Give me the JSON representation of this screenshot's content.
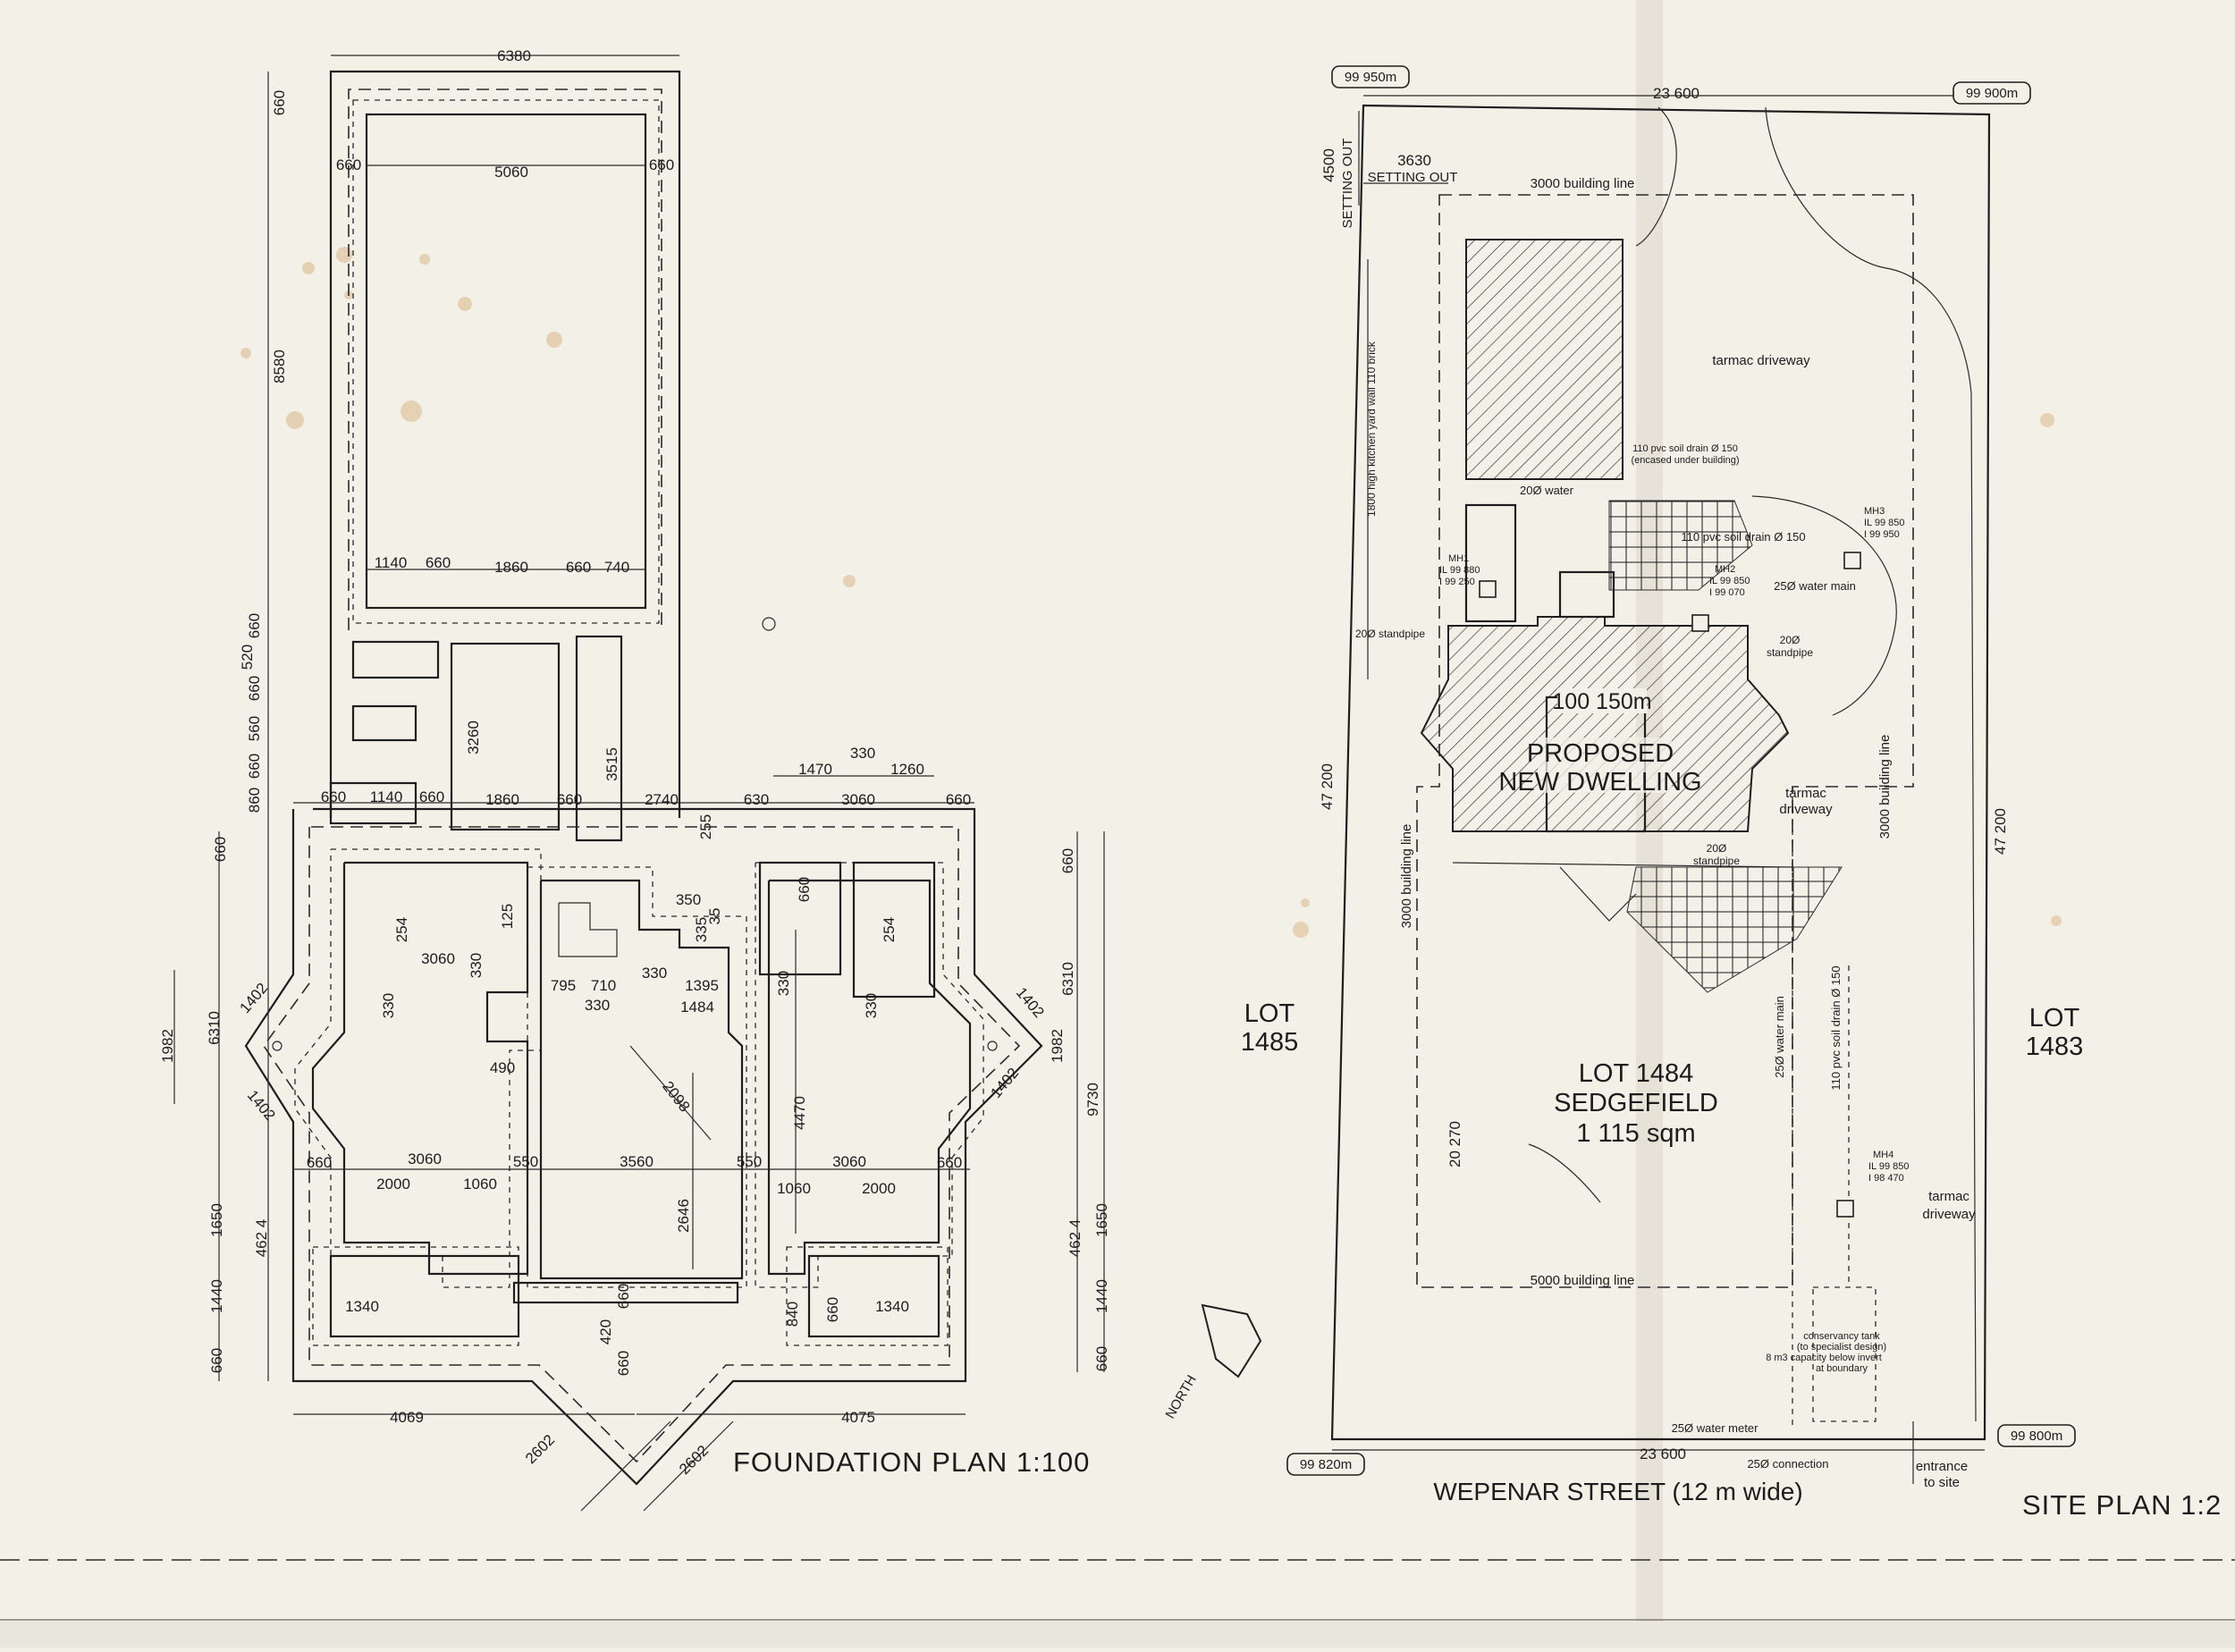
{
  "titles": {
    "foundation": "FOUNDATION PLAN 1:100",
    "site": "SITE PLAN 1:2"
  },
  "foundation": {
    "dims": {
      "top_overall": "6380",
      "left_660_top": "660",
      "gar_660_l": "660",
      "gar_inner": "5060",
      "gar_660_r": "660",
      "left_8580": "8580",
      "gar_b_1140": "1140",
      "gar_b_660a": "660",
      "gar_b_1860": "1860",
      "gar_b_660b": "660",
      "gar_b_740": "740",
      "left_660_b": "660",
      "left_520": "520",
      "left_660_c": "660",
      "left_560": "560",
      "left_660_d": "660",
      "left_860": "860",
      "mid_3260": "3260",
      "mid_3515": "3515",
      "row_660a": "660",
      "row_1140": "1140",
      "row_660b": "660",
      "row_1860": "1860",
      "row_660c": "660",
      "row_2740": "2740",
      "row_255": "255",
      "row_630": "630",
      "row_3060": "3060",
      "row_660d": "660",
      "top_1470": "1470",
      "top_330": "330",
      "top_1260": "1260",
      "r_660": "660",
      "r_6310": "6310",
      "r_9730": "9730",
      "l_660": "660",
      "l_6310": "6310",
      "l_1982": "1982",
      "l_1402a": "1402",
      "l_1402b": "1402",
      "r_1402a": "1402",
      "r_1402b": "1402",
      "r_1982": "1982",
      "room1_3060": "3060",
      "room1_330a": "330",
      "room1_254": "254",
      "room1_125": "125",
      "room1_330b": "330",
      "room1_490": "490",
      "stair_350": "350",
      "stair_335": "335",
      "stair_35": "35",
      "mid_795": "795",
      "mid_710": "710",
      "mid_330a": "330",
      "mid_1395": "1395",
      "mid_330b": "330",
      "mid_1484": "1484",
      "mid_2098": "2098",
      "room3_660": "660",
      "room3_254": "254",
      "room3_330a": "330",
      "room3_330b": "330",
      "room3_4470": "4470",
      "bot_660a": "660",
      "bot_3060a": "3060",
      "bot_550a": "550",
      "bot_3560": "3560",
      "bot_550b": "550",
      "bot_3060b": "3060",
      "bot_660b": "660",
      "bot_2000a": "2000",
      "bot_1060a": "1060",
      "bot_1060b": "1060",
      "bot_2000b": "2000",
      "mid_2646": "2646",
      "l_462": "462 4",
      "l_1650": "1650",
      "l_1440": "1440",
      "l_660b": "660",
      "r_462": "462 4",
      "r_1650": "1650",
      "r_1440": "1440",
      "r_660b": "660",
      "b_1340a": "1340",
      "b_1340b": "1340",
      "b_840": "840",
      "b_660a": "660",
      "b_660b": "660",
      "b_420": "420",
      "b_660c": "660",
      "bot_4069": "4069",
      "bot_4075": "4075",
      "bot_2602a": "2602",
      "bot_2602b": "2602"
    }
  },
  "site": {
    "levels": {
      "tl": "99 950m",
      "tr": "99 900m",
      "bl": "99 820m",
      "br": "99 800m",
      "house": "100 150m"
    },
    "dims": {
      "top_width": "23 600",
      "bottom_width": "23 600",
      "left_depth": "47 200",
      "right_depth": "47 200",
      "setback_4500": "4500",
      "setting_out_3630": "3630",
      "left_20270": "20 270"
    },
    "labels": {
      "setting_out_v": "SETTING OUT",
      "setting_out_h": "SETTING OUT",
      "building_line_top": "3000 building line",
      "building_line_left": "3000 building line",
      "building_line_right": "3000 building line",
      "building_line_bottom": "5000 building line",
      "tarmac_top": "tarmac driveway",
      "tarmac_mid_1": "tarmac",
      "tarmac_mid_2": "driveway",
      "tarmac_bot_1": "tarmac",
      "tarmac_bot_2": "driveway",
      "yard_wall": "1800 high kitchen yard wall 110 brick",
      "soil_drain_1": "110 pvc soil drain Ø 150",
      "soil_drain_1b": "(encased under building)",
      "soil_drain_2": "110 pvc soil drain Ø 150",
      "soil_drain_3": "110 pvc soil drain Ø 150",
      "water_20": "20Ø water",
      "water_main_25": "25Ø water main",
      "water_main_v": "25Ø water main",
      "water_meter": "25Ø water meter",
      "connection": "25Ø connection",
      "standpipe_l": "20Ø standpipe",
      "standpipe_r_1": "20Ø",
      "standpipe_r_2": "standpipe",
      "standpipe_b_1": "20Ø",
      "standpipe_b_2": "standpipe",
      "mh1_a": "MH1",
      "mh1_b": "IL 99 880",
      "mh1_c": "I 99 250",
      "mh2_a": "MH2",
      "mh2_b": "IL 99 850",
      "mh2_c": "I 99 070",
      "mh3_a": "MH3",
      "mh3_b": "IL 99 850",
      "mh3_c": "I 99 950",
      "mh4_a": "MH4",
      "mh4_b": "IL 99 850",
      "mh4_c": "I 98 470",
      "tank_1": "conservancy tank",
      "tank_2": "(to specialist design)",
      "tank_3": "8 m3 capacity below invert",
      "tank_4": "at boundary",
      "proposed_1": "PROPOSED",
      "proposed_2": "NEW DWELLING",
      "lot1485_a": "LOT",
      "lot1485_b": "1485",
      "lot1483_a": "LOT",
      "lot1483_b": "1483",
      "lot1484_a": "LOT 1484",
      "lot1484_b": "SEDGEFIELD",
      "lot1484_c": "1 115 sqm",
      "street": "WEPENAR STREET (12 m wide)",
      "entrance_1": "entrance",
      "entrance_2": "to site",
      "north": "NORTH"
    }
  }
}
